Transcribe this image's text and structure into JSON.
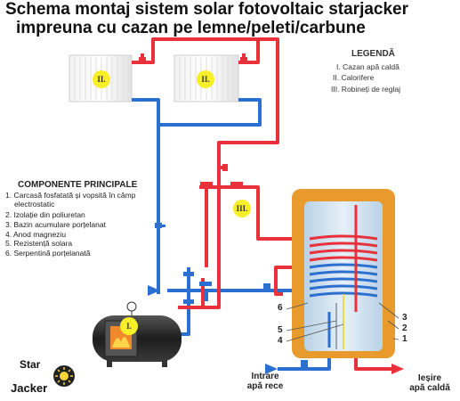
{
  "title": {
    "line1": "Schema montaj sistem solar fotovoltaic starjacker",
    "line2": "impreuna cu cazan pe lemne/peleti/carbune"
  },
  "legend": {
    "heading": "LEGENDĂ",
    "items": [
      "I. Cazan apă caldă",
      "II. Calorifere",
      "III. Robineți de reglaj"
    ]
  },
  "components": {
    "heading": "COMPONENTE PRINCIPALE",
    "items": [
      "1. Carcasă fosfatată și vopsită în câmp",
      "electrostatic",
      "2. Izolație din poliuretan",
      "3. Bazin acumulare porțelanat",
      "4. Anod magneziu",
      "5. Rezistență solara",
      "6. Serpentină porțelanată"
    ]
  },
  "markers": {
    "radiator_left": "II.",
    "radiator_right": "II.",
    "valves": "III.",
    "boiler": "I."
  },
  "tank_labels": {
    "n1": "1",
    "n2": "2",
    "n3": "3",
    "n4": "4",
    "n5": "5",
    "n6": "6"
  },
  "io": {
    "inlet_line1": "Intrare",
    "inlet_line2": "apă rece",
    "outlet_line1": "Ieșire",
    "outlet_line2": "apă caldă"
  },
  "logo": {
    "top": "Star",
    "bottom": "Jacker"
  },
  "colors": {
    "hot_pipe": "#e8313a",
    "cold_pipe": "#2b6fd0",
    "tank_fill": "#e99a2c",
    "tank_inner": "#d6e6f2",
    "marker": "#f7ef2a",
    "boiler": "#2a2a2a"
  }
}
